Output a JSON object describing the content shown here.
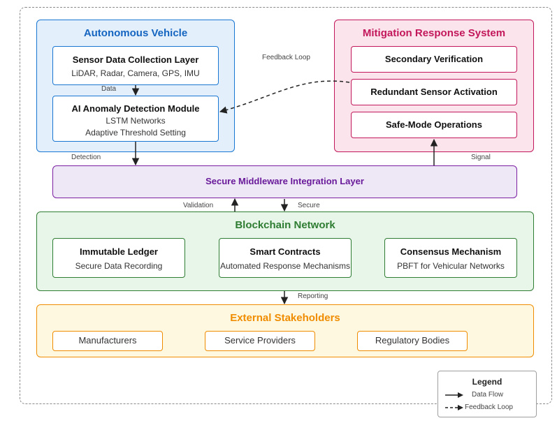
{
  "av": {
    "title": "Autonomous Vehicle",
    "sensor": {
      "title": "Sensor Data Collection Layer",
      "sub": "LiDAR, Radar, Camera, GPS, IMU"
    },
    "ai": {
      "title": "AI Anomaly Detection Module",
      "sub1": "LSTM Networks",
      "sub2": "Adaptive Threshold Setting"
    }
  },
  "mit": {
    "title": "Mitigation Response System",
    "items": [
      "Secondary Verification",
      "Redundant Sensor Activation",
      "Safe-Mode Operations"
    ]
  },
  "middleware": {
    "title": "Secure Middleware Integration Layer"
  },
  "blockchain": {
    "title": "Blockchain Network",
    "items": [
      {
        "title": "Immutable Ledger",
        "sub": "Secure Data Recording"
      },
      {
        "title": "Smart Contracts",
        "sub": "Automated Response Mechanisms"
      },
      {
        "title": "Consensus Mechanism",
        "sub": "PBFT for Vehicular Networks"
      }
    ]
  },
  "ext": {
    "title": "External Stakeholders",
    "items": [
      "Manufacturers",
      "Service Providers",
      "Regulatory Bodies"
    ]
  },
  "labels": {
    "data": "Data",
    "feedback": "Feedback Loop",
    "detection": "Detection",
    "signal": "Signal",
    "validation": "Validation",
    "secure": "Secure",
    "reporting": "Reporting"
  },
  "legend": {
    "title": "Legend",
    "data_flow": "Data Flow",
    "feedback_loop": "Feedback Loop"
  },
  "colors": {
    "av": "#1565c0",
    "mit": "#c2185b",
    "middleware": "#6a1b9a",
    "blockchain": "#2e7d32",
    "ext": "#ef8c00"
  }
}
